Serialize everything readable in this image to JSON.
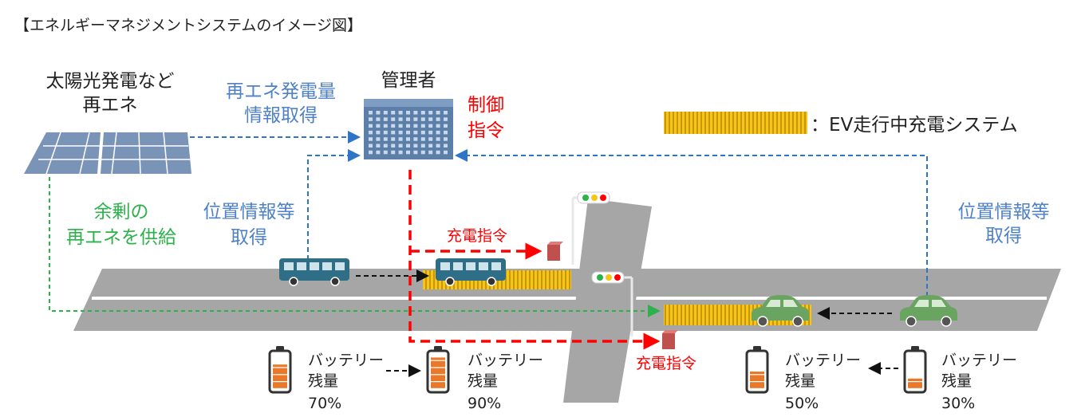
{
  "title": "【エネルギーマネジメントシステムのイメージ図】",
  "solar": {
    "line1": "太陽光発電など",
    "line2": "再エネ"
  },
  "renewable_info": {
    "line1": "再エネ発電量",
    "line2": "情報取得"
  },
  "manager": {
    "label": "管理者"
  },
  "control": {
    "line1": "制御",
    "line2": "指令"
  },
  "legend": {
    "label": "：EV走行中充電システム"
  },
  "surplus": {
    "line1": "余剰の",
    "line2": "再エネを供給"
  },
  "position_left": {
    "line1": "位置情報等",
    "line2": "取得"
  },
  "position_right": {
    "line1": "位置情報等",
    "line2": "取得"
  },
  "charge_command_top": "充電指令",
  "charge_command_bottom": "充電指令",
  "batteries": [
    {
      "line1": "バッテリー",
      "line2": "残量",
      "line3": "70%",
      "level": 0.7
    },
    {
      "line1": "バッテリー",
      "line2": "残量",
      "line3": "90%",
      "level": 0.9
    },
    {
      "line1": "バッテリー",
      "line2": "残量",
      "line3": "50%",
      "level": 0.5
    },
    {
      "line1": "バッテリー",
      "line2": "残量",
      "line3": "30%",
      "level": 0.3
    }
  ],
  "colors": {
    "blue_text": "#4f81c7",
    "green_text": "#2db14b",
    "red": "#ff0000",
    "road": "#a6a6a6",
    "coil_yellow": "#f5c518",
    "coil_stripe": "#c8960c",
    "bus": "#2e6e86",
    "car": "#6aa461",
    "battery_fill": "#e8792b",
    "building": "#5b7fa8"
  }
}
